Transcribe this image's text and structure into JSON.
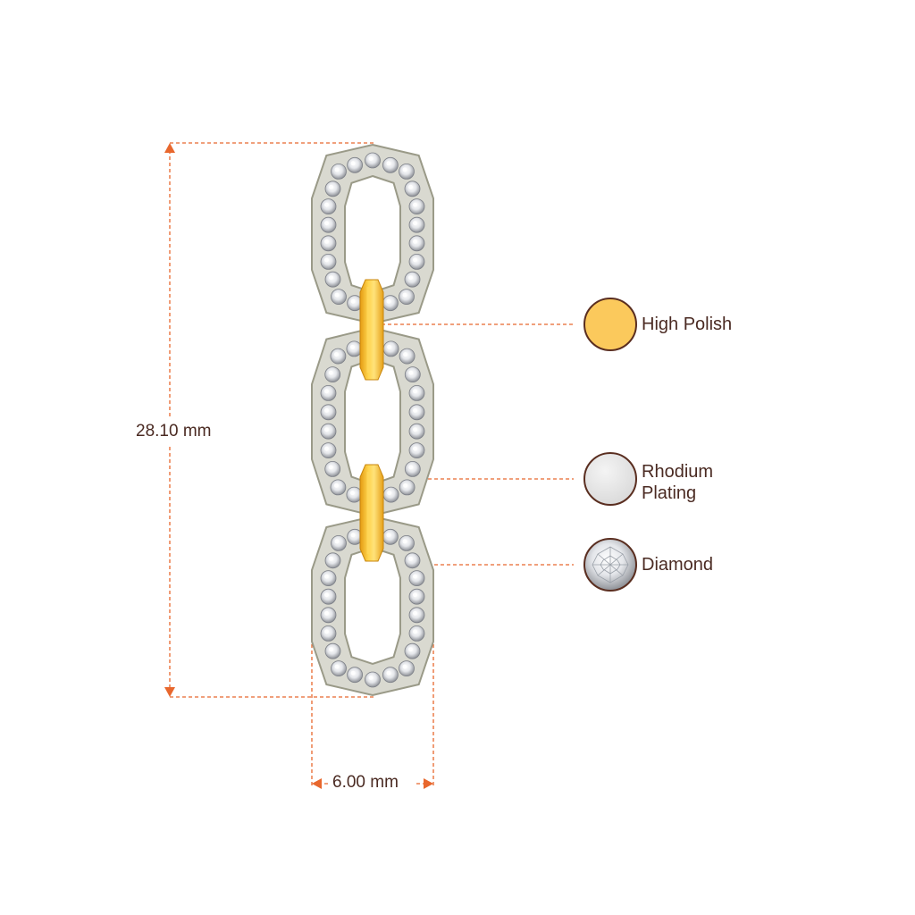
{
  "dimensions": {
    "height": "28.10 mm",
    "width": "6.00 mm"
  },
  "legend": [
    {
      "id": "high-polish",
      "label": "High Polish",
      "swatch_color": "#fbc95c"
    },
    {
      "id": "rhodium-plating",
      "label": "Rhodium\nPlating",
      "swatch_color": "#e6e6e6"
    },
    {
      "id": "diamond",
      "label": "Diamond",
      "swatch_color": "#f2f2f2"
    }
  ],
  "colors": {
    "dimension_line": "#e8672d",
    "text": "#4a2a22",
    "gold": "#f4b323",
    "gold_light": "#ffd75a",
    "metal_white": "#d9d9d0",
    "metal_rim": "#9a9a88"
  }
}
